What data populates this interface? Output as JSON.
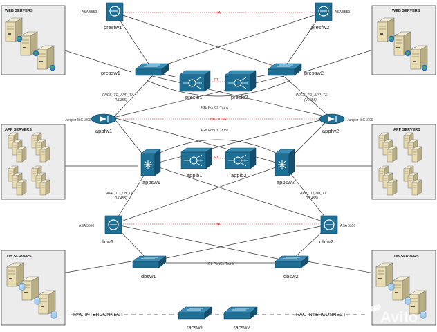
{
  "groups": {
    "web_left": "WEB SERVERS",
    "web_right": "WEB SERVERS",
    "app_left": "APP SERVERS",
    "app_right": "APP SERVERS",
    "db_left": "DB SERVERS",
    "db_right": "DB SERVERS"
  },
  "devices": {
    "presfw1": "presfw1",
    "presfw2": "presfw2",
    "pressw1": "pressw1",
    "pressw2": "pressw2",
    "preslb1": "preslb1",
    "preslb2": "preslb2",
    "appfw1": "appfw1",
    "appfw2": "appfw2",
    "appsw1": "appsw1",
    "appsw2": "appsw2",
    "applb1": "applb1",
    "applb2": "applb2",
    "dbfw1": "dbfw1",
    "dbfw2": "dbfw2",
    "dbsw1": "dbsw1",
    "dbsw2": "dbsw2",
    "racsw1": "racsw1",
    "racsw2": "racsw2"
  },
  "device_models": {
    "presfw1": "ASA 5550",
    "presfw2": "ASA 5550",
    "appfw1": "Juniper ISG1000",
    "appfw2": "Juniper ISG1000",
    "dbfw1": "ASA 5550",
    "dbfw2": "ASA 5550"
  },
  "links": {
    "pres_fw_ha": "HA",
    "pres_lb_ft": "FT",
    "pres_trunk": "4Gb PortCh Trunk",
    "pres_to_app_left": "PRES_TO_APP_TX",
    "pres_to_app_left_vlan": "(VL355)",
    "pres_to_app_right": "PRES_TO_APP_TX",
    "pres_to_app_right_vlan": "(VL355)",
    "app_fw_ha": "HA / NSRP",
    "app_trunk": "4Gb PortCh Trunk",
    "app_lb_ft": "FT",
    "app_to_db_left": "APP_TO_DB_TX",
    "app_to_db_left_vlan": "(VL455)",
    "app_to_db_right": "APP_TO_DB_TX",
    "app_to_db_right_vlan": "(VL455)",
    "db_fw_ha": "HA",
    "db_trunk": "4Gb PortCh Trunk",
    "rac_left": "RAC INTERCONNECT",
    "rac_right": "RAC INTERCONNECT"
  },
  "watermark": "Avito",
  "colors": {
    "device_blue": "#1f6f95",
    "device_dark": "#15506f",
    "box_fill": "#ececec",
    "link_line": "#333333",
    "ha_line": "#e35a5a"
  }
}
